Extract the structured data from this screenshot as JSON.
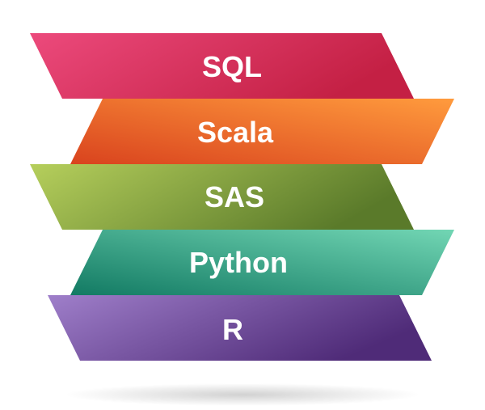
{
  "bands": [
    {
      "label": "SQL",
      "colors": [
        "#ec4a7c",
        "#c42044"
      ]
    },
    {
      "label": "Scala",
      "colors": [
        "#d9431e",
        "#ff9b3d"
      ]
    },
    {
      "label": "SAS",
      "colors": [
        "#b6cf5c",
        "#5a7a2a"
      ]
    },
    {
      "label": "Python",
      "colors": [
        "#127a63",
        "#72d6b4"
      ]
    },
    {
      "label": "R",
      "colors": [
        "#9f7fca",
        "#4f2b78"
      ]
    }
  ]
}
